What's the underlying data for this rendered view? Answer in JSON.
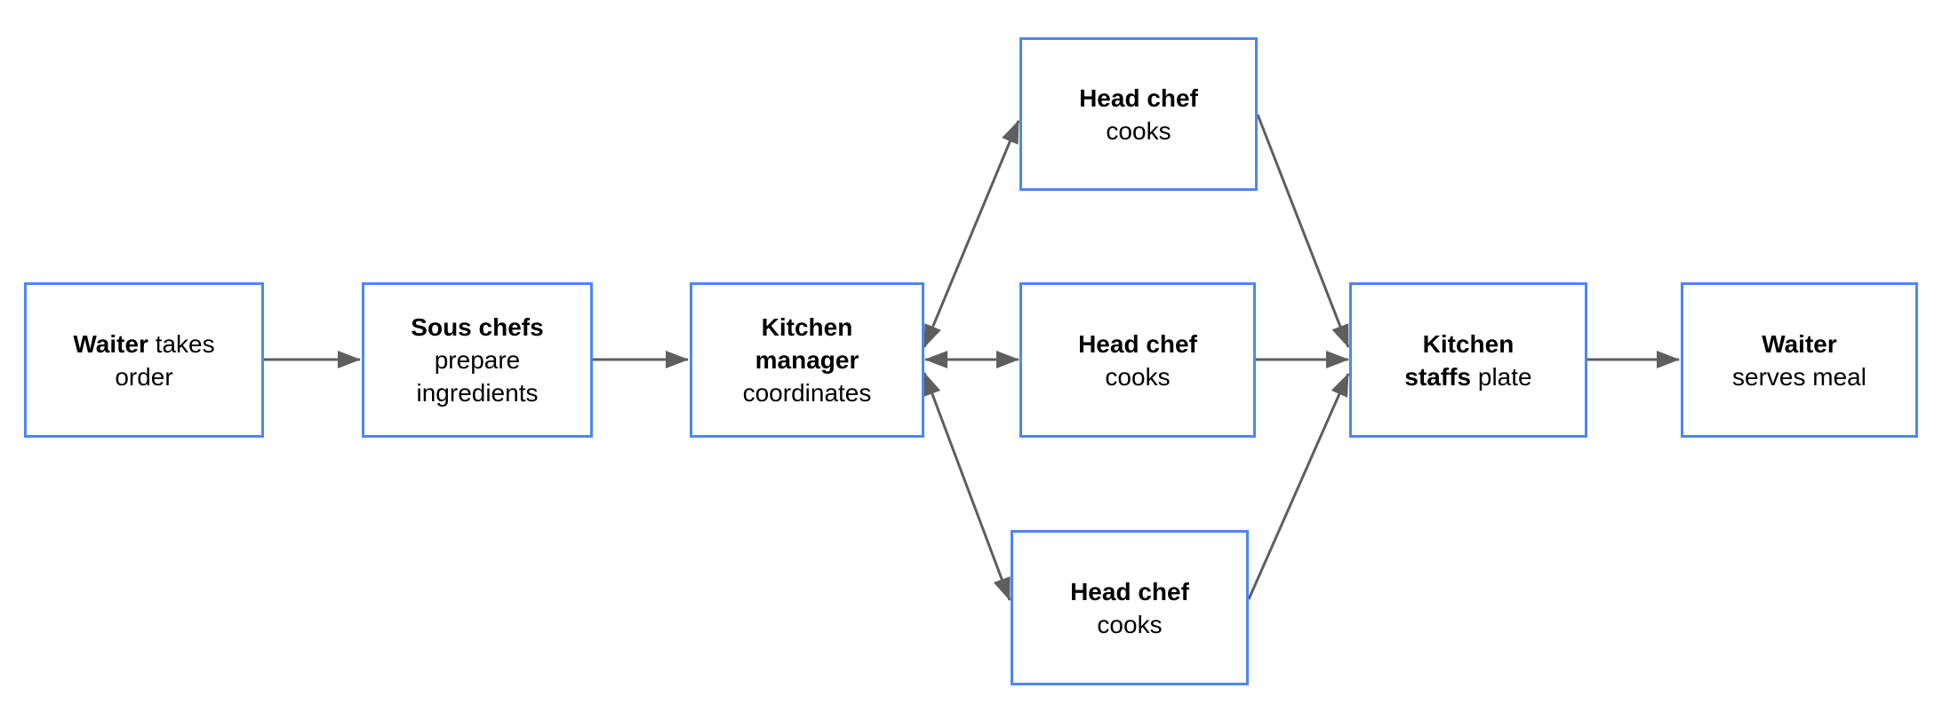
{
  "diagram": {
    "type": "flowchart",
    "background_color": "#ffffff",
    "colors": {
      "box_border": "#4d86f4",
      "box_fill": "#ffffff",
      "arrow": "#5e5e5e",
      "text": "#000000"
    },
    "nodes": [
      {
        "id": "waiter-takes-order",
        "lines": [
          {
            "bold": "Waiter",
            "rest": " takes"
          },
          {
            "rest": "order"
          }
        ]
      },
      {
        "id": "sous-chefs-prepare",
        "lines": [
          {
            "bold": "Sous chefs"
          },
          {
            "rest": "prepare"
          },
          {
            "rest": "ingredients"
          }
        ]
      },
      {
        "id": "kitchen-manager",
        "lines": [
          {
            "bold": "Kitchen"
          },
          {
            "bold": "manager"
          },
          {
            "rest": "coordinates"
          }
        ]
      },
      {
        "id": "head-chef-top",
        "lines": [
          {
            "bold": "Head chef"
          },
          {
            "rest": "cooks"
          }
        ]
      },
      {
        "id": "head-chef-middle",
        "lines": [
          {
            "bold": "Head chef"
          },
          {
            "rest": "cooks"
          }
        ]
      },
      {
        "id": "head-chef-bottom",
        "lines": [
          {
            "bold": "Head chef"
          },
          {
            "rest": "cooks"
          }
        ]
      },
      {
        "id": "kitchen-staffs-plate",
        "lines": [
          {
            "bold": "Kitchen"
          },
          {
            "bold": "staffs",
            "rest": " plate"
          }
        ]
      },
      {
        "id": "waiter-serves-meal",
        "lines": [
          {
            "bold": "Waiter"
          },
          {
            "rest": "serves meal"
          }
        ]
      }
    ],
    "edges": [
      {
        "from": "waiter-takes-order",
        "to": "sous-chefs-prepare",
        "bidirectional": false
      },
      {
        "from": "sous-chefs-prepare",
        "to": "kitchen-manager",
        "bidirectional": false
      },
      {
        "from": "kitchen-manager",
        "to": "head-chef-top",
        "bidirectional": true
      },
      {
        "from": "kitchen-manager",
        "to": "head-chef-middle",
        "bidirectional": true
      },
      {
        "from": "kitchen-manager",
        "to": "head-chef-bottom",
        "bidirectional": true
      },
      {
        "from": "head-chef-top",
        "to": "kitchen-staffs-plate",
        "bidirectional": false
      },
      {
        "from": "head-chef-middle",
        "to": "kitchen-staffs-plate",
        "bidirectional": false
      },
      {
        "from": "head-chef-bottom",
        "to": "kitchen-staffs-plate",
        "bidirectional": false
      },
      {
        "from": "kitchen-staffs-plate",
        "to": "waiter-serves-meal",
        "bidirectional": false
      }
    ]
  }
}
